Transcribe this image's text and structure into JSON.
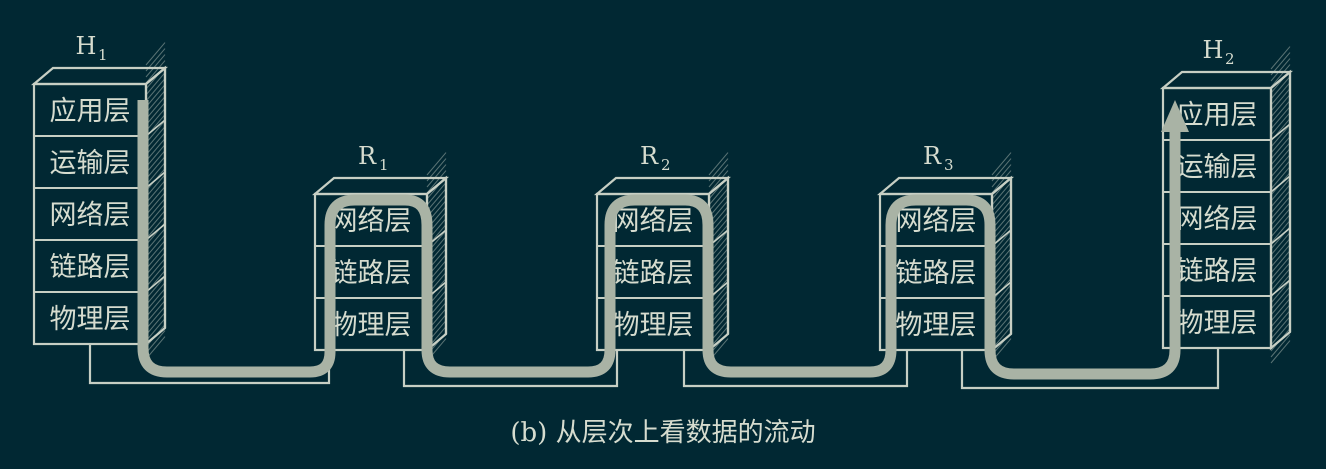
{
  "nodes": [
    {
      "id": "h1",
      "name": "H",
      "sub": "1",
      "layers": [
        "应用层",
        "运输层",
        "网络层",
        "链路层",
        "物理层"
      ]
    },
    {
      "id": "r1",
      "name": "R",
      "sub": "1",
      "layers": [
        "网络层",
        "链路层",
        "物理层"
      ]
    },
    {
      "id": "r2",
      "name": "R",
      "sub": "2",
      "layers": [
        "网络层",
        "链路层",
        "物理层"
      ]
    },
    {
      "id": "r3",
      "name": "R",
      "sub": "3",
      "layers": [
        "网络层",
        "链路层",
        "物理层"
      ]
    },
    {
      "id": "h2",
      "name": "H",
      "sub": "2",
      "layers": [
        "应用层",
        "运输层",
        "网络层",
        "链路层",
        "物理层"
      ]
    }
  ],
  "caption": "(b) 从层次上看数据的流动",
  "colors": {
    "background": "#012833",
    "line": "#c7cfc4",
    "text": "#d6dccf",
    "flow": "#a9b3a5"
  }
}
